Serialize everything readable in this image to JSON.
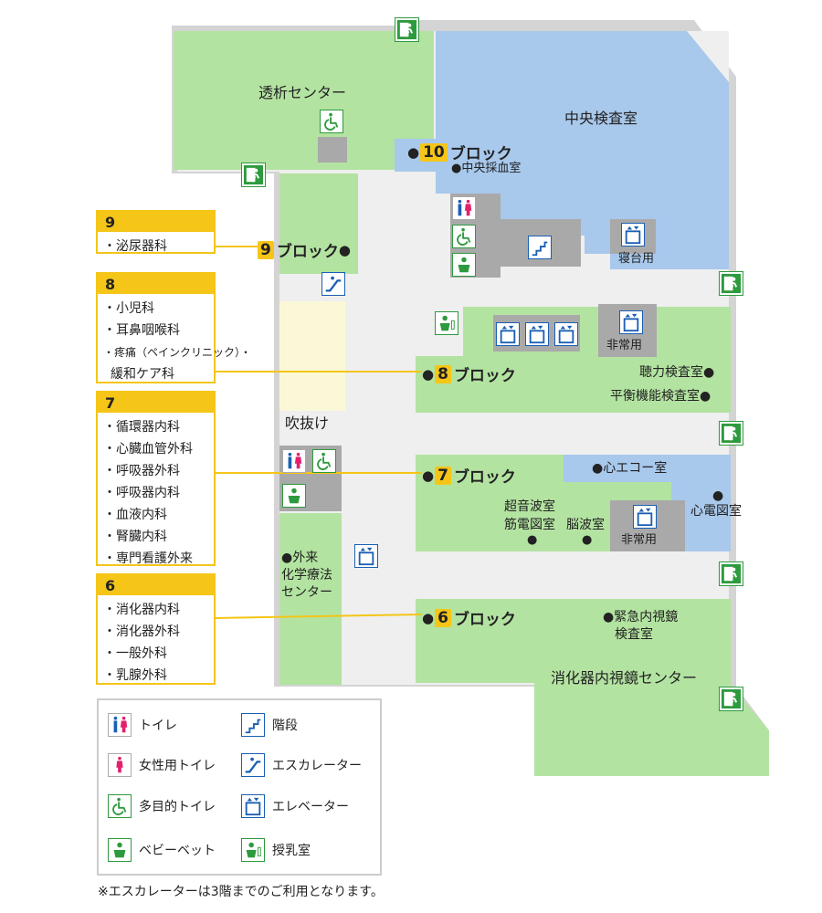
{
  "colors": {
    "green": "#b3e3a1",
    "blue": "#a8c8ec",
    "corridor": "#efefef",
    "outline": "#d4d4d4",
    "gray": "#a9a9a9",
    "yellow": "#f5c518",
    "exit_green": "#2e9a3e",
    "icon_blue": "#1a5fb4"
  },
  "rooms": {
    "dialysis": "透析センター",
    "central_lab": "中央検査室",
    "blood_collection": "●中央採血室",
    "bed_use": "寝台用",
    "emergency_use_1": "非常用",
    "emergency_use_2": "非常用",
    "hearing": "聴力検査室●",
    "balance": "平衡機能検査室●",
    "atrium": "吹抜け",
    "echo": "●心エコー室",
    "ecg_dot": "●",
    "ecg": "心電図室",
    "ultrasound": "超音波室",
    "emg": "筋電図室",
    "eeg": "脳波室",
    "dot_a": "●",
    "dot_b": "●",
    "chemo_1": "●外来",
    "chemo_2": "化学療法",
    "chemo_3": "センター",
    "endoscopy_1": "●緊急内視鏡",
    "endoscopy_2": "検査室",
    "endoscopy_center": "消化器内視鏡センター"
  },
  "blocks": [
    {
      "num": "10",
      "label": "ブロック"
    },
    {
      "num": "9",
      "label": "ブロック"
    },
    {
      "num": "8",
      "label": "ブロック"
    },
    {
      "num": "7",
      "label": "ブロック"
    },
    {
      "num": "6",
      "label": "ブロック"
    }
  ],
  "departments": [
    {
      "num": "9",
      "items": [
        "・泌尿器科"
      ]
    },
    {
      "num": "8",
      "items": [
        "・小児科",
        "・耳鼻咽喉科",
        "・疼痛（ペインクリニック）・",
        "緩和ケア科"
      ]
    },
    {
      "num": "7",
      "items": [
        "・循環器内科",
        "・心臓血管外科",
        "・呼吸器外科",
        "・呼吸器内科",
        "・血液内科",
        "・腎臓内科",
        "・専門看護外来"
      ]
    },
    {
      "num": "6",
      "items": [
        "・消化器内科",
        "・消化器外科",
        "・一般外科",
        "・乳腺外科"
      ]
    }
  ],
  "legend": [
    {
      "icon": "restroom-icon",
      "label": "トイレ"
    },
    {
      "icon": "stairs-icon",
      "label": "階段"
    },
    {
      "icon": "womens-restroom-icon",
      "label": "女性用トイレ"
    },
    {
      "icon": "escalator-icon",
      "label": "エスカレーター"
    },
    {
      "icon": "accessible-restroom-icon",
      "label": "多目的トイレ"
    },
    {
      "icon": "elevator-icon",
      "label": "エレベーター"
    },
    {
      "icon": "baby-bed-icon",
      "label": "ベビーベット"
    },
    {
      "icon": "nursing-room-icon",
      "label": "授乳室"
    }
  ],
  "note": "※エスカレーターは3階までのご利用となります。"
}
